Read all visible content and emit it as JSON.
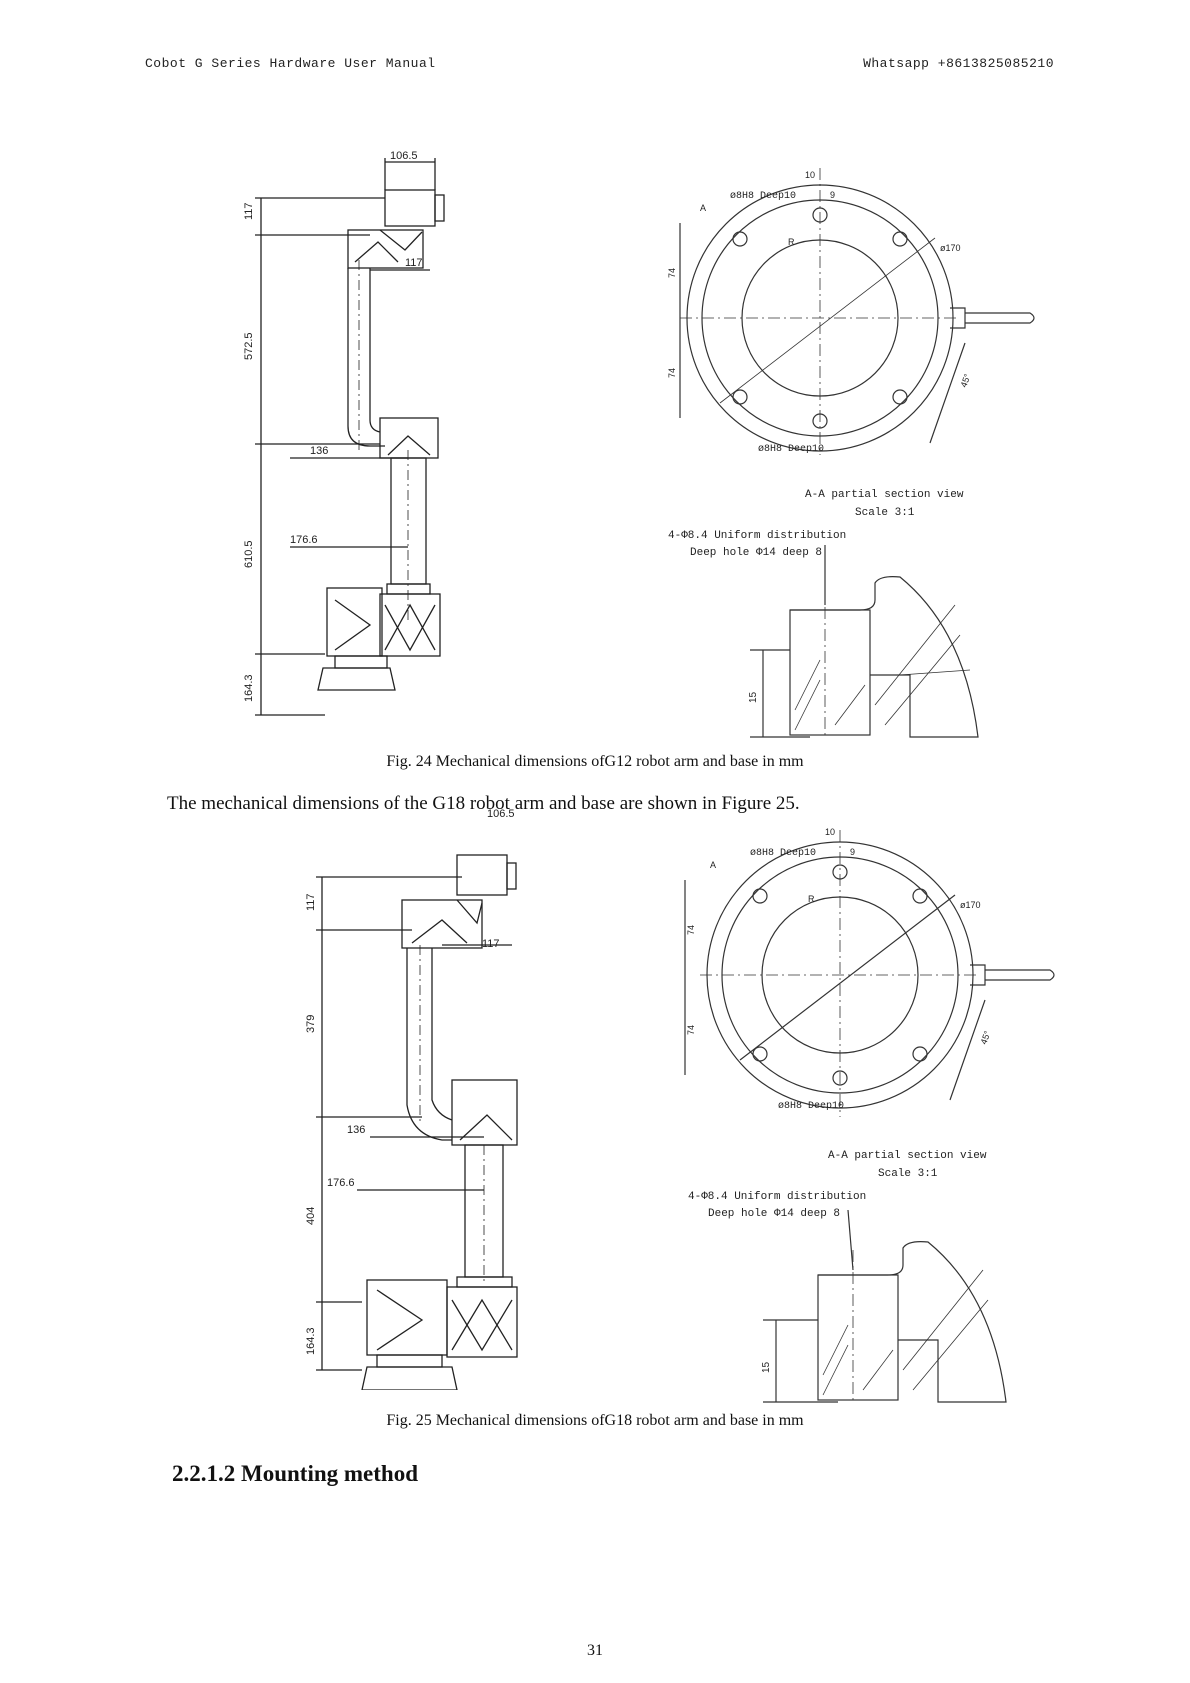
{
  "header": {
    "left": "Cobot G Series Hardware User Manual",
    "right": "Whatsapp +8613825085210"
  },
  "fig24": {
    "caption": "Fig. 24 Mechanical dimensions ofG12 robot arm and base in mm",
    "dims": {
      "top_width": "106.5",
      "top_height": "117",
      "wrist_offset": "117",
      "upper_arm": "572.5",
      "elbow_offset": "136",
      "forearm": "610.5",
      "shoulder_offset": "176.6",
      "base_height": "164.3"
    }
  },
  "fig25": {
    "caption": "Fig. 25 Mechanical dimensions ofG18 robot arm and base in mm",
    "dims": {
      "top_width": "106.5",
      "top_height": "117",
      "wrist_offset": "117",
      "upper_arm": "379",
      "elbow_offset": "136",
      "forearm": "404",
      "shoulder_offset": "176.6",
      "base_height": "164.3"
    }
  },
  "flange": {
    "hole_top": "ø8H8 Deep10",
    "hole_bottom": "ø8H8 Deep10",
    "dim_10": "10",
    "dim_9": "9",
    "dim_R": "R",
    "diameter": "ø170",
    "half_74": "74",
    "angle": "45°",
    "section_mark": "A"
  },
  "section": {
    "title": "A-A partial section view",
    "scale": "Scale 3:1",
    "note1": "4-Φ8.4 Uniform distribution",
    "note2": "Deep hole Φ14 deep 8",
    "depth": "15"
  },
  "body_text": "The mechanical dimensions of the G18 robot arm and base are shown in Figure 25.",
  "section_heading": "2.2.1.2 Mounting method",
  "page_number": "31"
}
